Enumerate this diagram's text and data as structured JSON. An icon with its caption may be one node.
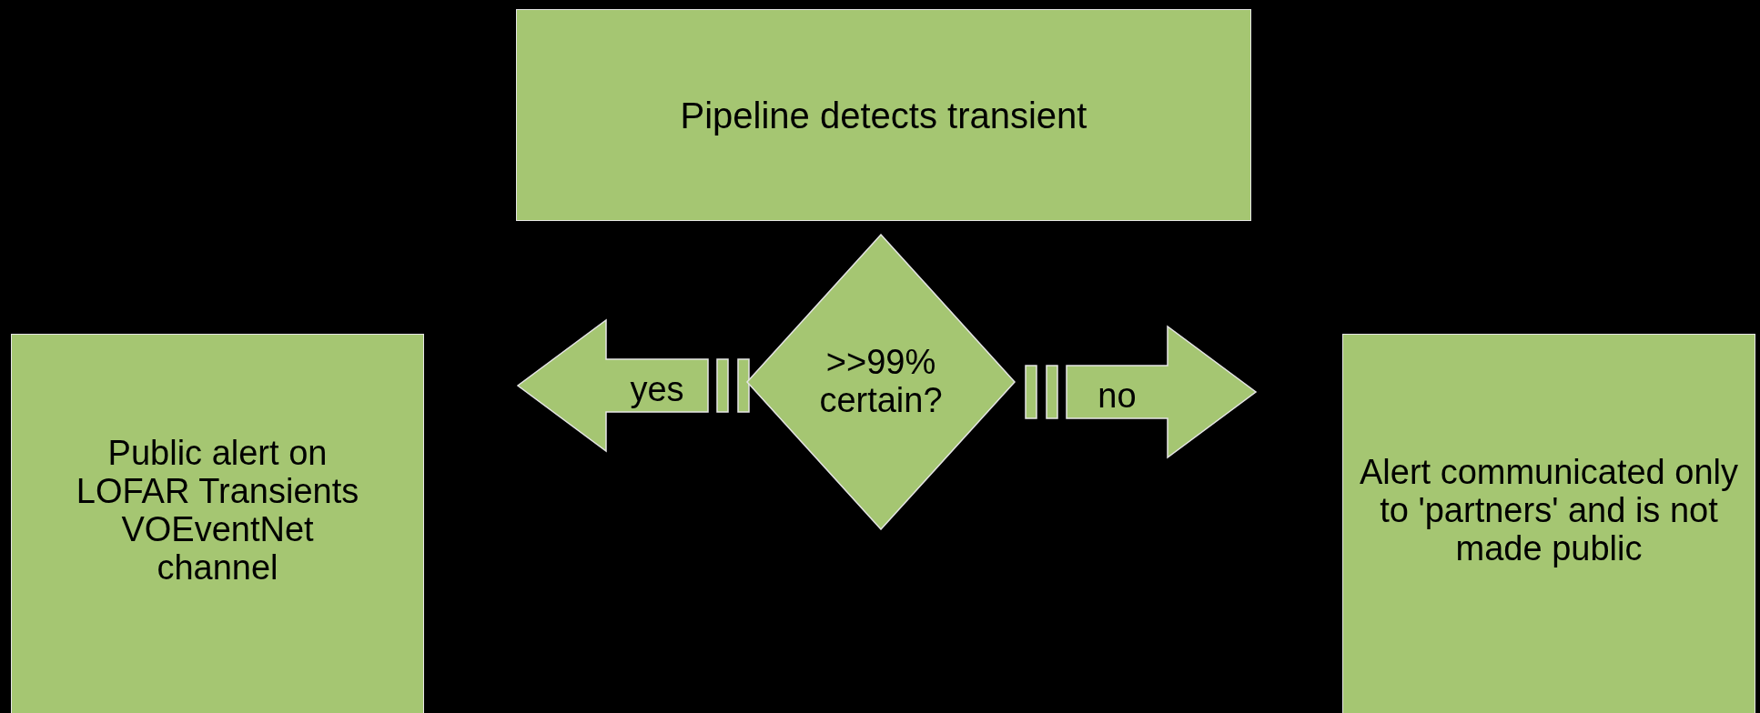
{
  "diagram": {
    "nodes": [
      {
        "text": [
          "Pipeline detects transient"
        ]
      },
      {
        "text": [
          ">>99% certain?"
        ]
      },
      {
        "text": [
          "Public alert on LOFAR Transients VOEventNet channel"
        ]
      },
      {
        "text": [
          "Alert communicated only to 'partners' and is not made public"
        ]
      }
    ],
    "edges": [
      {
        "from": 1,
        "to": 2,
        "arrow": "to",
        "label": "yes"
      },
      {
        "from": 1,
        "to": 3,
        "arrow": "to",
        "label": "no"
      }
    ]
  }
}
